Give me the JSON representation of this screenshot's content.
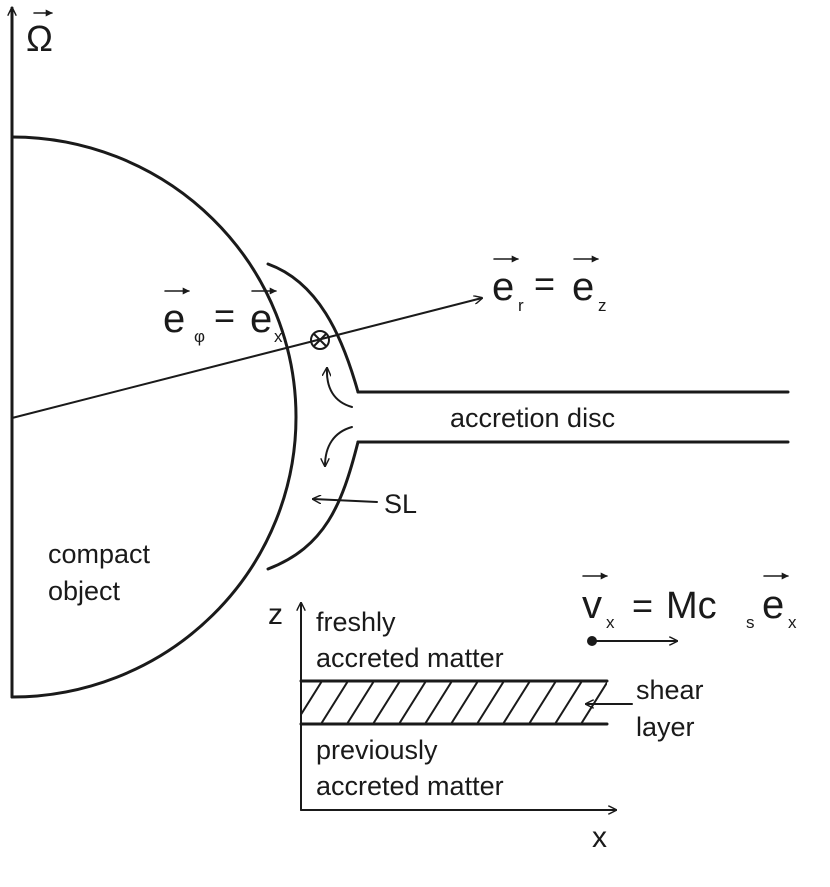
{
  "labels": {
    "omega": "Ω",
    "e_phi": "e",
    "e_phi_sub": "φ",
    "e_x": "e",
    "e_x_sub": "x",
    "equals": "=",
    "e_r": "e",
    "e_r_sub": "r",
    "e_z": "e",
    "e_z_sub": "z",
    "accretion_disc": "accretion disc",
    "sl": "SL",
    "compact_line1": "compact",
    "compact_line2": "object",
    "axis_z": "z",
    "axis_x": "x",
    "freshly_line1": "freshly",
    "freshly_line2": "accreted matter",
    "previously_line1": "previously",
    "previously_line2": "accreted matter",
    "shear_line1": "shear",
    "shear_line2": "layer",
    "v": "v",
    "v_sub": "x",
    "v_eq": "=",
    "v_M": "Mc",
    "v_c_sub": "s",
    "v_e": "e",
    "v_e_sub": "x",
    "otimes": "⊗"
  },
  "colors": {
    "ink": "#1a1a1a",
    "background": "#ffffff"
  }
}
